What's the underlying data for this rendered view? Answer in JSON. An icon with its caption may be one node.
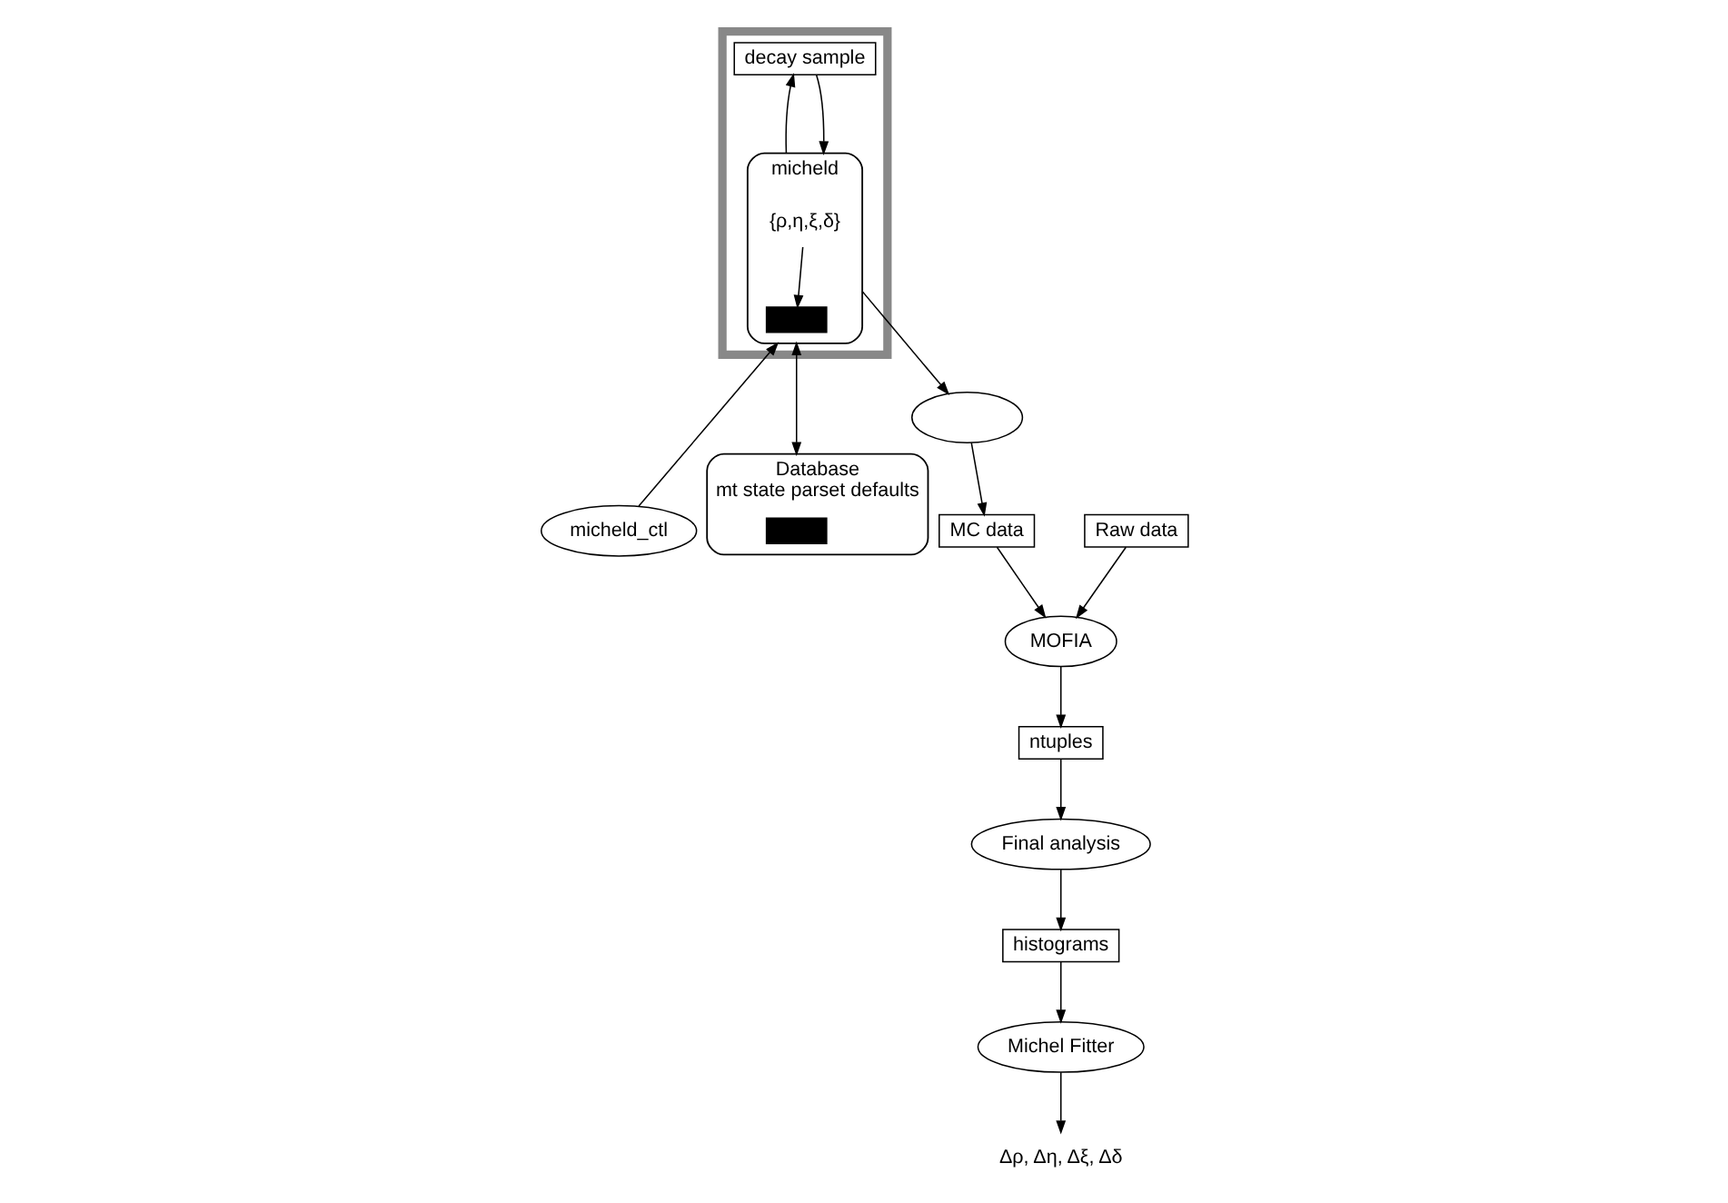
{
  "diagram": {
    "nodes": [
      {
        "text": [],
        "shape": "box"
      },
      {
        "text": [
          "decay sample"
        ],
        "in": 0
      },
      {
        "text": [
          "micheld"
        ],
        "in": 0
      },
      {
        "text": [
          "{ρ,η,ξ,δ}"
        ],
        "in": 2
      },
      {
        "text": [],
        "shape": "box",
        "in": 2
      },
      {
        "text": [],
        "shape": "ellipse"
      },
      {
        "text": [
          "Raw data"
        ]
      },
      {
        "text": [
          "MC data"
        ]
      },
      {
        "text": [
          "MOFIA"
        ]
      },
      {
        "text": [
          "micheld_ctl"
        ]
      },
      {
        "text": [
          "ntuples"
        ]
      },
      {
        "text": [
          "Database",
          "mt state parset defaults"
        ]
      },
      {
        "text": [],
        "shape": "box",
        "in": 11
      },
      {
        "text": [
          "Final analysis"
        ]
      },
      {
        "text": [
          "histograms"
        ]
      },
      {
        "text": [
          "Michel Fitter"
        ]
      },
      {
        "text": [
          "Δρ, Δη, Δξ, Δδ"
        ]
      }
    ],
    "edges": [
      {
        "from": 2,
        "to": 1,
        "arrow": "to"
      },
      {
        "from": 1,
        "to": 2,
        "arrow": "to"
      },
      {
        "from": 3,
        "to": 4,
        "arrow": "to"
      },
      {
        "from": 2,
        "to": 5,
        "arrow": "to"
      },
      {
        "from": 5,
        "to": 7,
        "arrow": "to"
      },
      {
        "from": 7,
        "to": 8,
        "arrow": "to"
      },
      {
        "from": 6,
        "to": 8,
        "arrow": "to"
      },
      {
        "from": 9,
        "to": 2,
        "arrow": "to"
      },
      {
        "from": 11,
        "to": 2,
        "arrow": "both"
      },
      {
        "from": 8,
        "to": 10,
        "arrow": "to"
      },
      {
        "from": 10,
        "to": 13,
        "arrow": "to"
      },
      {
        "from": 13,
        "to": 14,
        "arrow": "to"
      },
      {
        "from": 14,
        "to": 15,
        "arrow": "to"
      },
      {
        "from": 15,
        "to": 16,
        "arrow": "to"
      }
    ]
  }
}
